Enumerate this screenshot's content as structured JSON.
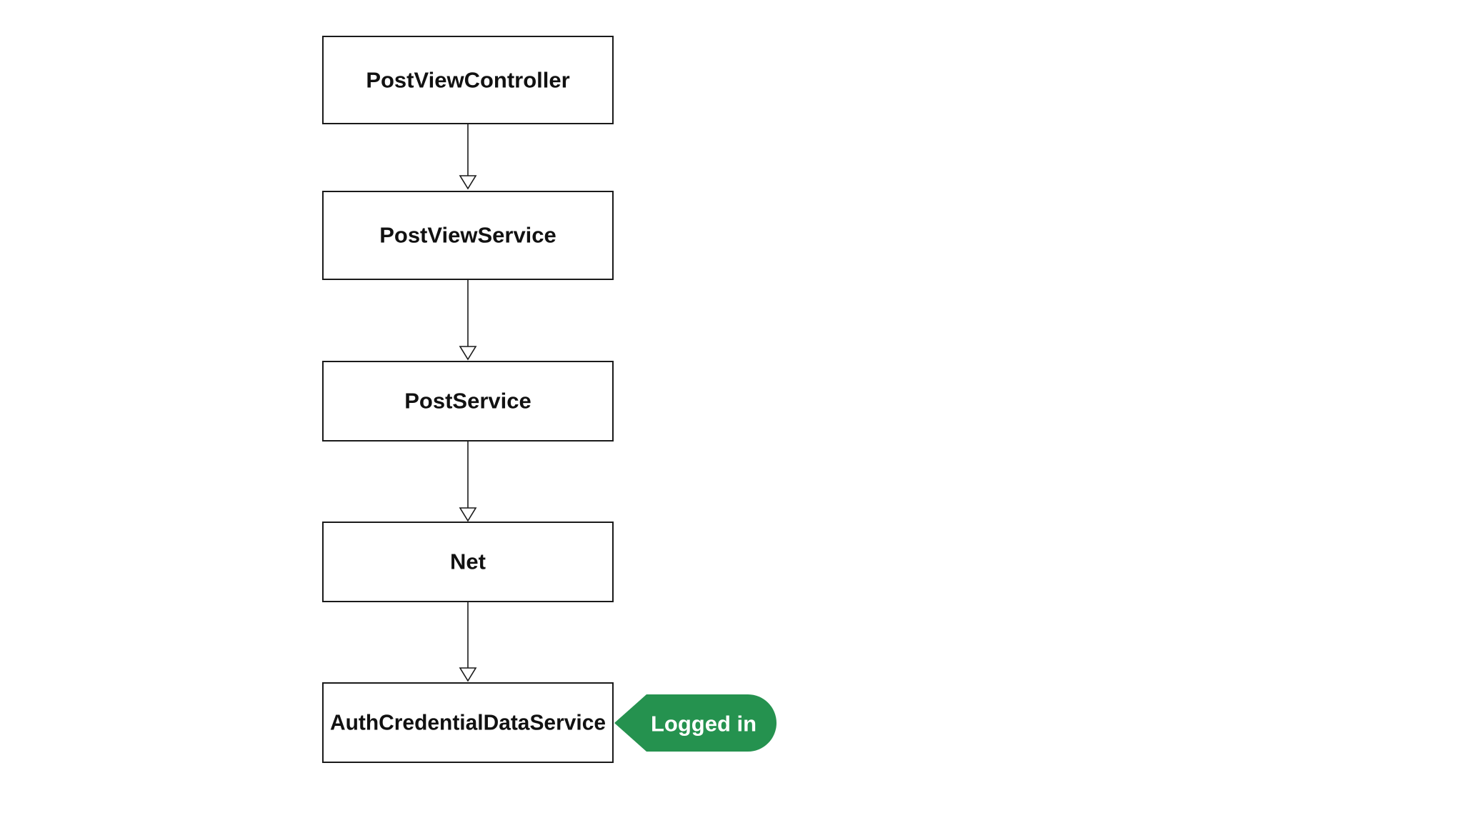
{
  "diagram": {
    "nodes": [
      {
        "id": "post-view-controller",
        "label": "PostViewController"
      },
      {
        "id": "post-view-service",
        "label": "PostViewService"
      },
      {
        "id": "post-service",
        "label": "PostService"
      },
      {
        "id": "net",
        "label": "Net"
      },
      {
        "id": "auth-credential-data-service",
        "label": "AuthCredentialDataService"
      }
    ],
    "edges": [
      {
        "from": "post-view-controller",
        "to": "post-view-service"
      },
      {
        "from": "post-view-service",
        "to": "post-service"
      },
      {
        "from": "post-service",
        "to": "net"
      },
      {
        "from": "net",
        "to": "auth-credential-data-service"
      }
    ],
    "status_tag": {
      "label": "Logged in",
      "attached_to": "auth-credential-data-service",
      "color": "#25924f"
    }
  },
  "colors": {
    "background": "#ffffff",
    "stroke": "#1a1a1a",
    "text": "#111111",
    "tag_text": "#ffffff"
  }
}
